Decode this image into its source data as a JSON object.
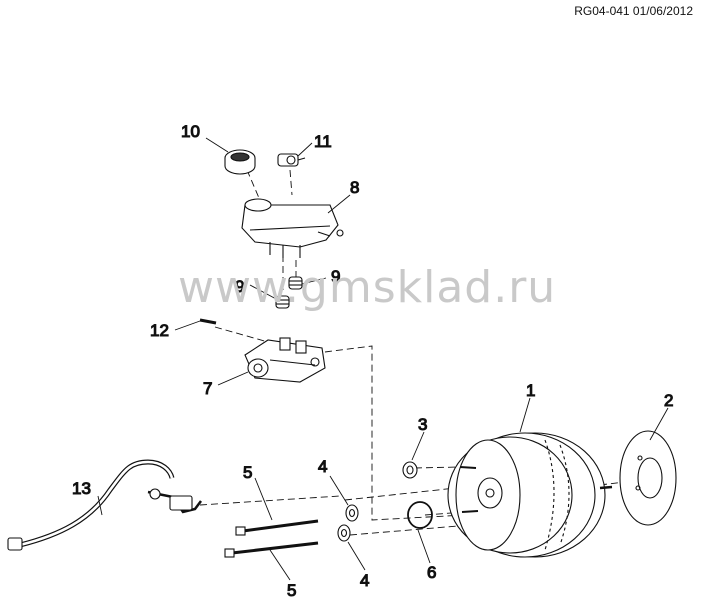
{
  "drawing_code": "RG04-041 01/06/2012",
  "watermark": "www.gmsklad.ru",
  "callouts": [
    {
      "id": "c1",
      "label": "1"
    },
    {
      "id": "c2",
      "label": "2"
    },
    {
      "id": "c3",
      "label": "3"
    },
    {
      "id": "c4a",
      "label": "4"
    },
    {
      "id": "c4b",
      "label": "4"
    },
    {
      "id": "c5a",
      "label": "5"
    },
    {
      "id": "c5b",
      "label": "5"
    },
    {
      "id": "c6",
      "label": "6"
    },
    {
      "id": "c7",
      "label": "7"
    },
    {
      "id": "c8",
      "label": "8"
    },
    {
      "id": "c9a",
      "label": "9"
    },
    {
      "id": "c9b",
      "label": "9"
    },
    {
      "id": "c10",
      "label": "10"
    },
    {
      "id": "c11",
      "label": "11"
    },
    {
      "id": "c12",
      "label": "12"
    },
    {
      "id": "c13",
      "label": "13"
    }
  ]
}
